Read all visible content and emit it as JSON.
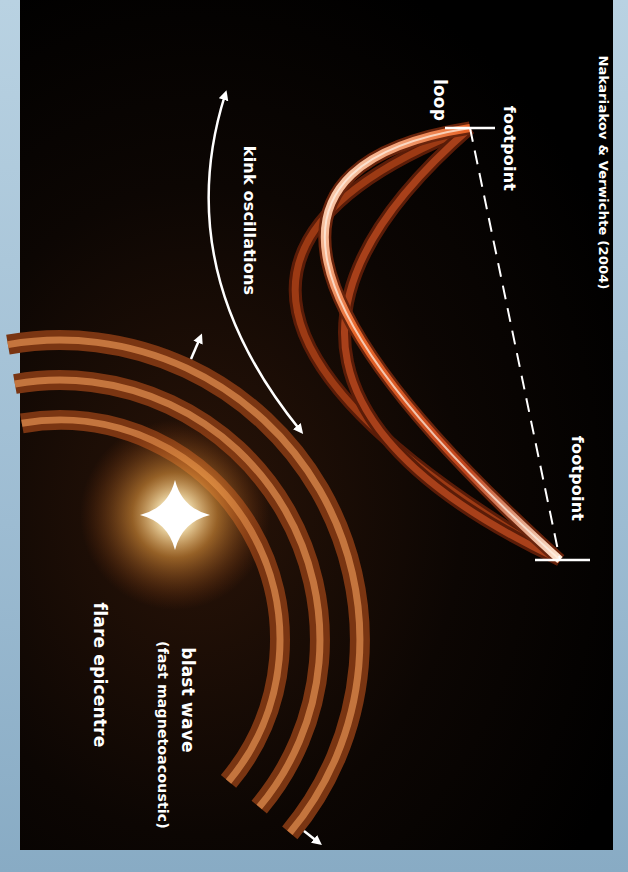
{
  "diagram": {
    "labels": [
      "Nakariakov & Verwichte (2004)",
      "loop",
      "footpoint",
      "kink oscillations",
      "footpoint",
      "flare epicentre",
      "blast wave",
      "(fast magnetoacoustic)"
    ]
  }
}
